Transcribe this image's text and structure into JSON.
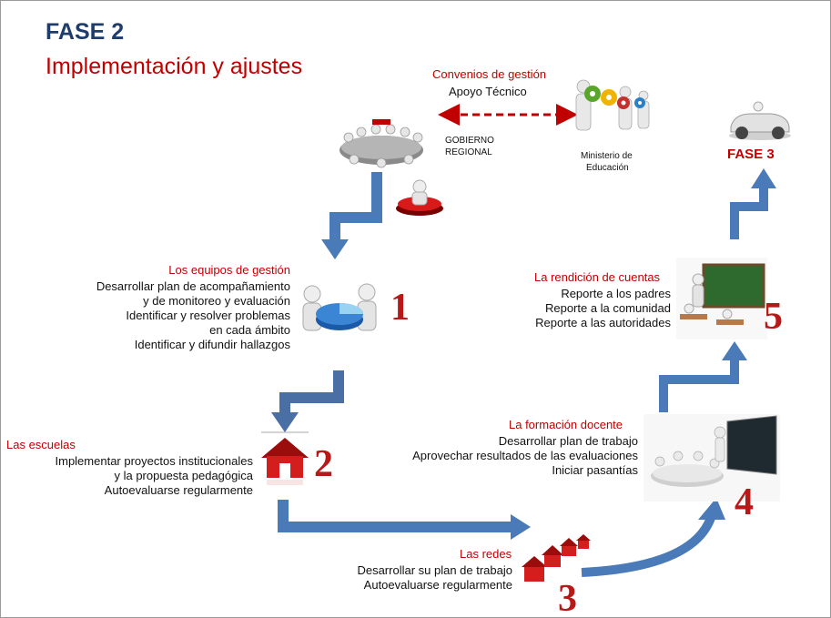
{
  "header": {
    "phase": "FASE 2",
    "subtitle": "Implementación y ajustes"
  },
  "top": {
    "agreements_title": "Convenios de gestión",
    "agreements_sub": "Apoyo Técnico",
    "regional_government": [
      "GOBIERNO",
      "REGIONAL"
    ],
    "ministry": [
      "Ministerio de",
      "Educación"
    ],
    "next_phase": "FASE 3"
  },
  "steps": [
    {
      "number": "1",
      "title": "Los equipos de gestión",
      "lines": [
        "Desarrollar plan de acompañamiento",
        "y de monitoreo y evaluación",
        "Identificar y resolver problemas",
        "en cada ámbito",
        "Identificar y difundir hallazgos"
      ]
    },
    {
      "number": "2",
      "title": "Las escuelas",
      "lines": [
        "Implementar proyectos institucionales",
        "y la propuesta pedagógica",
        "Autoevaluarse regularmente"
      ]
    },
    {
      "number": "3",
      "title": "Las redes",
      "lines": [
        "Desarrollar su plan de trabajo",
        "Autoevaluarse regularmente"
      ]
    },
    {
      "number": "4",
      "title": "La formación docente",
      "lines": [
        "Desarrollar plan de trabajo",
        "Aprovechar resultados de las evaluaciones",
        "Iniciar pasantías"
      ]
    },
    {
      "number": "5",
      "title": "La rendición de cuentas",
      "lines": [
        "Reporte a los padres",
        "Reporte a la comunidad",
        "Reporte a las autoridades"
      ]
    }
  ],
  "colors": {
    "heading_blue": "#1f3d6b",
    "accent_red": "#c00000",
    "flow_blue": "#4a7ab8",
    "number_red": "#b81818"
  }
}
